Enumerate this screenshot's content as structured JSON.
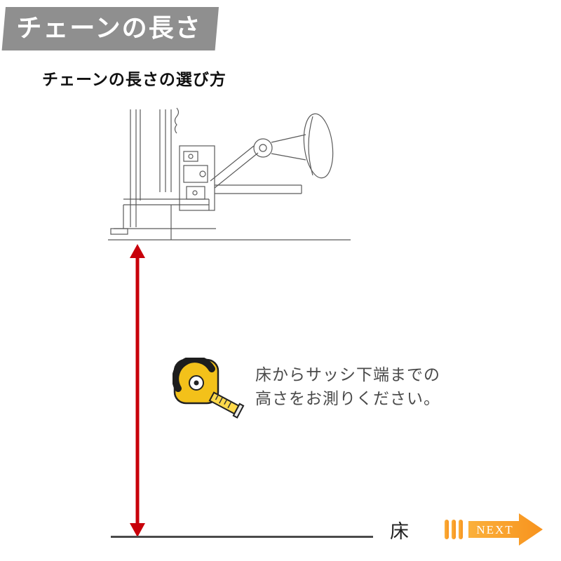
{
  "header": {
    "badge_label": "チェーンの長さ",
    "subtitle": "チェーンの長さの選び方"
  },
  "instruction": {
    "lines": [
      "床からサッシ下端までの",
      "高さをお測りください。"
    ]
  },
  "floor": {
    "label": "床"
  },
  "next": {
    "label": "NEXT"
  },
  "icons": {
    "tape_measure": "tape-measure-icon",
    "measurement_arrow": "measurement-arrow-icon",
    "next_arrow": "next-arrow-icon",
    "speed_bars": "speed-bars-icon"
  },
  "colors": {
    "badge_bg": "#8f8f8f",
    "diagram_line": "#5a5a5a",
    "arrow_red": "#c8000a",
    "floor_line": "#4a4a4a",
    "tape_yellow": "#f3c11a",
    "next_orange_light": "#fbb03b",
    "next_orange_dark": "#f7931e"
  }
}
